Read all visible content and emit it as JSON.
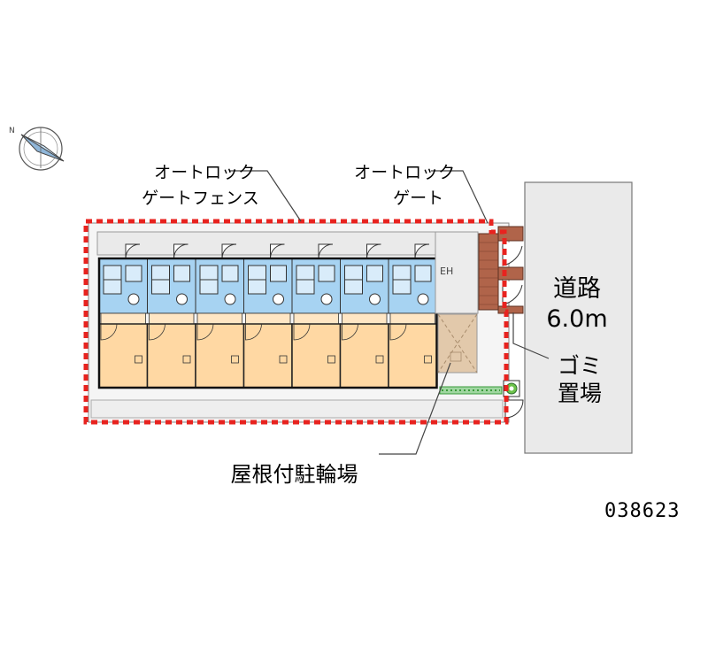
{
  "labels": {
    "autolock_fence_line1": "オートロック",
    "autolock_fence_line2": "ゲートフェンス",
    "autolock_gate_line1": "オートロック",
    "autolock_gate_line2": "ゲート",
    "road_line1": "道路",
    "road_line2": "6.0m",
    "garbage_line1": "ゴミ",
    "garbage_line2": "置場",
    "bike_parking": "屋根付駐輪場"
  },
  "property_code": "038623",
  "colors": {
    "boundary": "#e8231f",
    "unit_floor": "#ffd8a3",
    "wet_area": "#a7d3f2",
    "road": "#eaeaea",
    "brick": "#b0644a",
    "bike_area": "#e2c9ab",
    "green_strip": "#6cc24a"
  },
  "units": 7
}
